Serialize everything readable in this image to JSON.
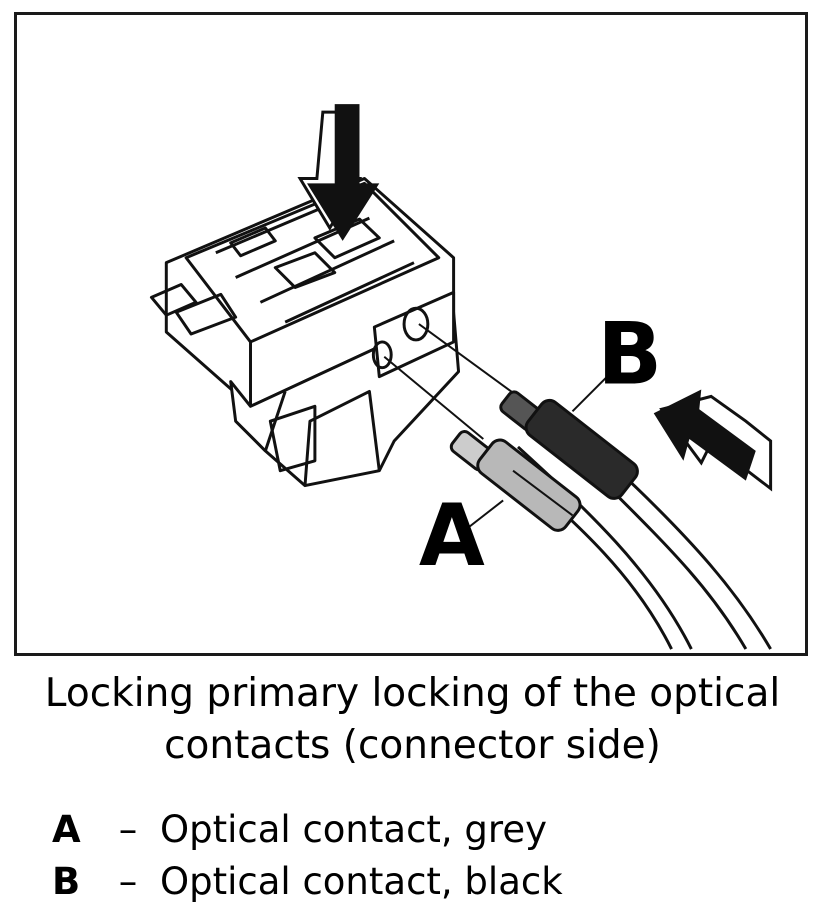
{
  "figure": {
    "callouts": [
      {
        "letter": "A"
      },
      {
        "letter": "B"
      }
    ]
  },
  "caption": {
    "line1": "Locking primary locking of the optical",
    "line2": "contacts (connector side)"
  },
  "legend": [
    {
      "key": "A",
      "dash": "–",
      "text": "Optical contact, grey"
    },
    {
      "key": "B",
      "dash": "–",
      "text": "Optical contact, black"
    }
  ],
  "colors": {
    "line": "#111111",
    "grey_contact": "#b8b8b8",
    "black_contact": "#2a2a2a"
  }
}
